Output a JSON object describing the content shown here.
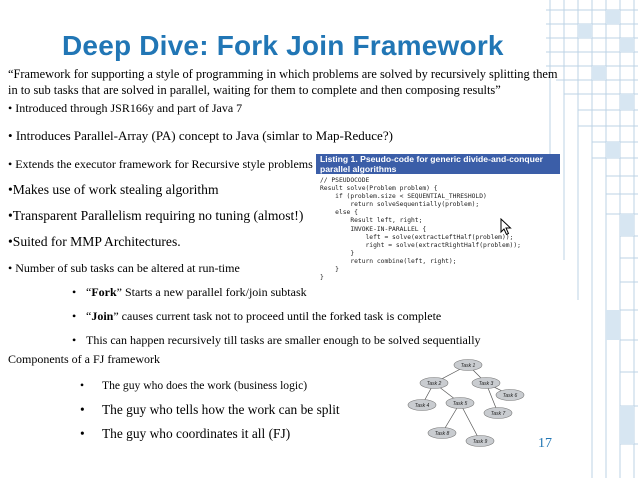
{
  "slide": {
    "title": "Deep Dive: Fork Join Framework",
    "quote": "“Framework for supporting a style of programming in which problems are solved by recursively splitting them in to sub tasks that are solved in parallel, waiting for them to complete and then composing results”",
    "bullets": [
      "Introduced through JSR166y and part of Java 7",
      "Introduces Parallel-Array (PA) concept to Java (simlar to Map-Reduce?)",
      "Extends the executor framework for Recursive style problems",
      "Makes use of work stealing algorithm",
      "Transparent Parallelism requiring no tuning (almost!)",
      "Suited for MMP Architectures.",
      "Number of sub tasks can be altered  at run-time"
    ],
    "sub_bullets": {
      "fork_term": "Fork",
      "fork_rest": " Starts a new parallel fork/join subtask",
      "join_term": "Join",
      "join_rest": " causes current task not to proceed until the forked task is complete",
      "recursion": "This can happen recursively till tasks are smaller enough to be solved sequentially"
    },
    "components_heading": "Components of a FJ framework",
    "components": [
      "The guy who does the work (business logic)",
      "The guy who tells how the work can be split",
      "The guy who coordinates it all (FJ)"
    ],
    "page_number": "17",
    "bullet_glyph": "•"
  },
  "listing": {
    "caption": "Listing 1. Pseudo-code for generic divide-and-conquer parallel algorithms",
    "code": "// PSEUDOCODE\nResult solve(Problem problem) {\n    if (problem.size < SEQUENTIAL_THRESHOLD)\n        return solveSequentially(problem);\n    else {\n        Result left, right;\n        INVOKE-IN-PARALLEL {\n            left = solve(extractLeftHalf(problem));\n            right = solve(extractRightHalf(problem));\n        }\n        return combine(left, right);\n    }\n}"
  },
  "task_diagram": {
    "nodes": [
      "Task 1",
      "Task 2",
      "Task 3",
      "Task 4",
      "Task 5",
      "Task 6",
      "Task 7",
      "Task 8",
      "Task 9"
    ]
  },
  "colors": {
    "title": "#2176b5",
    "page_number": "#2176b5",
    "node_fill": "#c9ccd0",
    "grid": "#bcd3e6"
  }
}
